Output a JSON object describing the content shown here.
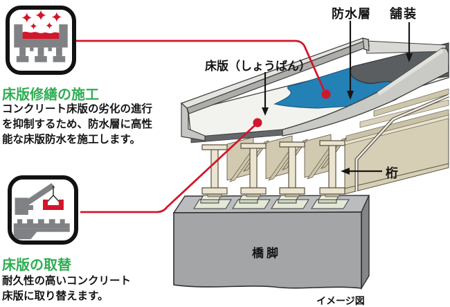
{
  "colors": {
    "accent_red": "#d2162b",
    "heading_green": "#2ead52",
    "waterproof_blue": "#2381b5",
    "pavement_gray": "#5a5e60",
    "slab_white": "#f2f2ee",
    "girder_beige": "#d6cfb5",
    "pier_gray": "#a3a5a7"
  },
  "panel": {
    "repair": {
      "heading": "床版修繕の施工",
      "line1": "コンクリート床版の劣化の進行",
      "line2": "を抑制するため、防水層に高性",
      "line3": "能な床版防水を施工します。"
    },
    "replace": {
      "heading": "床版の取替",
      "line1": "耐久性の高いコンクリート",
      "line2": "床版に取り替えます。"
    }
  },
  "labels": {
    "deck_slab": "床版（しょうばん）",
    "waterproof": "防水層",
    "pavement": "舗装",
    "girder": "桁",
    "pier": "橋脚"
  },
  "caption": "イメージ図"
}
